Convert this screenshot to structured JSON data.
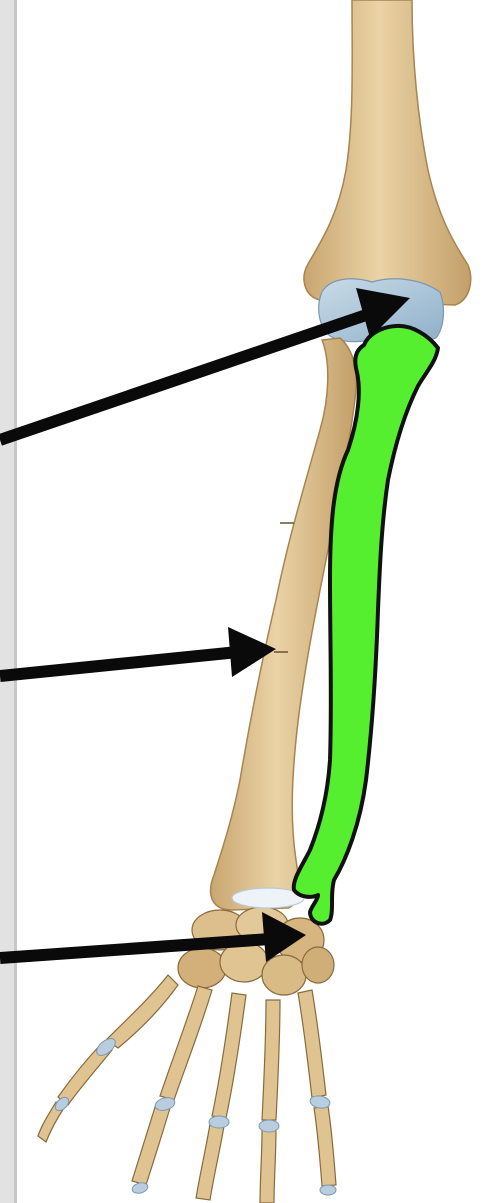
{
  "diagram": {
    "subject": "forearm-and-hand-skeleton",
    "highlighted_bone": "ulna",
    "arrow_count": 3,
    "colors": {
      "background": "#ffffff",
      "bone": "#e3c99a",
      "bone_shade": "#c9a670",
      "bone_outline": "#a88450",
      "cartilage": "#a9c4da",
      "highlight_fill": "#55ef2f",
      "highlight_outline": "#111111",
      "arrow": "#0a0a0a",
      "left_frame": "#d9d9d9"
    }
  }
}
